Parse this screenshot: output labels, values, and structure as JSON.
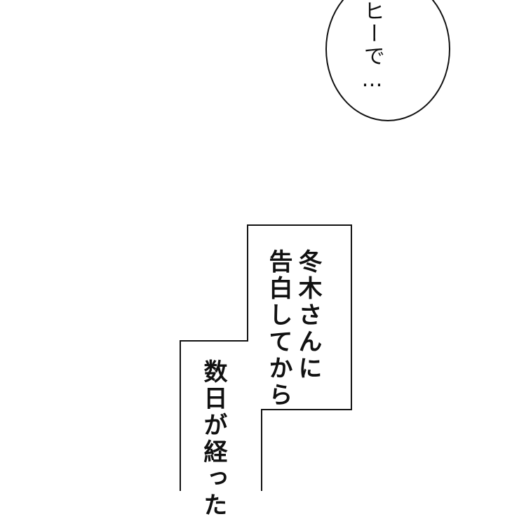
{
  "speech_bubble": {
    "text": "ヒーで…"
  },
  "caption": {
    "column_1": "冬木さんに",
    "column_2": "告白してから",
    "column_3": "数日が経った"
  }
}
